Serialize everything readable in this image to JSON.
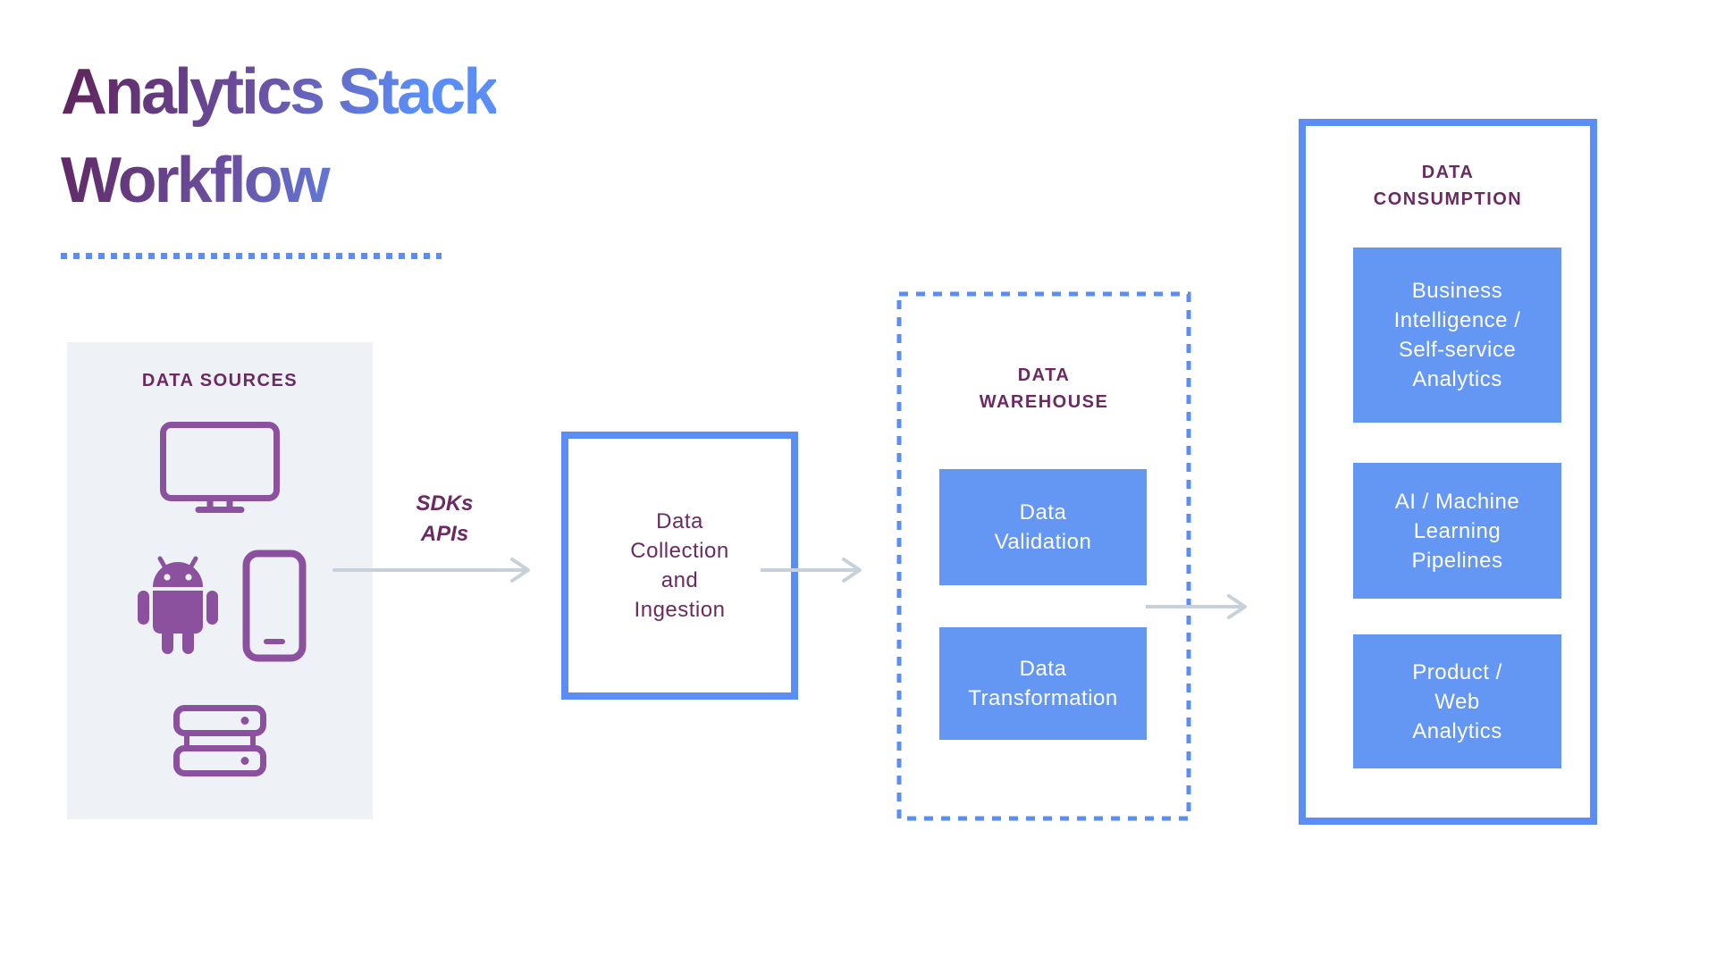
{
  "title": {
    "line1": "Analytics Stack",
    "line2": "Workflow"
  },
  "colors": {
    "title_gradient_start": "#5e2157",
    "title_gradient_mid": "#6b4fa0",
    "title_gradient_end": "#5b8df6",
    "accent_blue": "#5b8df6",
    "fill_blue": "#6496f4",
    "text_purple": "#6b2a62",
    "icon_purple": "#8b519f",
    "panel_gray": "#eef1f6",
    "arrow_gray": "#c7d1da"
  },
  "sources": {
    "label": "DATA SOURCES",
    "icons": [
      "monitor-icon",
      "android-icon",
      "smartphone-icon",
      "server-icon"
    ]
  },
  "flow1": {
    "label_lines": [
      "SDKs",
      "APIs"
    ],
    "icon": "arrow-right-icon"
  },
  "collection": {
    "lines": [
      "Data",
      "Collection",
      "and",
      "Ingestion"
    ]
  },
  "flow2": {
    "icon": "arrow-right-icon"
  },
  "warehouse": {
    "label_lines": [
      "DATA",
      "WAREHOUSE"
    ],
    "boxes": [
      {
        "lines": [
          "Data",
          "Validation"
        ]
      },
      {
        "lines": [
          "Data",
          "Transformation"
        ]
      }
    ]
  },
  "flow3": {
    "icon": "arrow-right-icon"
  },
  "consumption": {
    "label_lines": [
      "DATA",
      "CONSUMPTION"
    ],
    "boxes": [
      {
        "lines": [
          "Business",
          "Intelligence /",
          "Self-service",
          "Analytics"
        ]
      },
      {
        "lines": [
          "AI / Machine",
          "Learning",
          "Pipelines"
        ]
      },
      {
        "lines": [
          "Product /",
          "Web",
          "Analytics"
        ]
      }
    ]
  }
}
